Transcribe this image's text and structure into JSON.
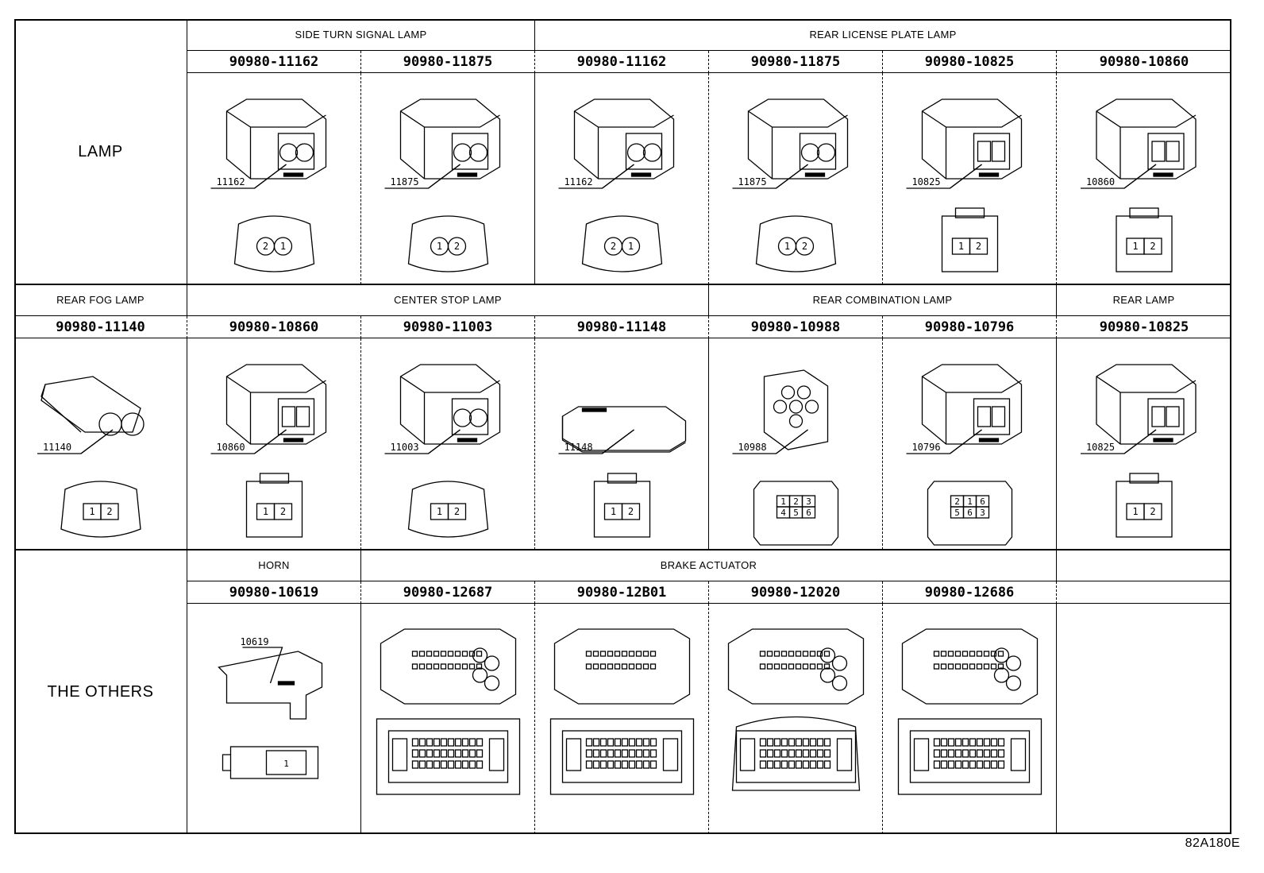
{
  "categories": {
    "lamp": "LAMP",
    "others": "THE OTHERS"
  },
  "rows": [
    {
      "sections": [
        {
          "label": "SIDE TURN SIGNAL LAMP"
        },
        {
          "label": "REAR LICENSE PLATE LAMP"
        }
      ],
      "connectors": [
        {
          "part": "90980-11162",
          "code": "11162",
          "kind": "two-round",
          "pins": [
            "2",
            "1"
          ]
        },
        {
          "part": "90980-11875",
          "code": "11875",
          "kind": "two-round-side",
          "pins": [
            "1",
            "2"
          ]
        },
        {
          "part": "90980-11162",
          "code": "11162",
          "kind": "two-round",
          "pins": [
            "2",
            "1"
          ]
        },
        {
          "part": "90980-11875",
          "code": "11875",
          "kind": "two-round-side",
          "pins": [
            "1",
            "2"
          ]
        },
        {
          "part": "90980-10825",
          "code": "10825",
          "kind": "box",
          "pins": [
            "1",
            "2"
          ]
        },
        {
          "part": "90980-10860",
          "code": "10860",
          "kind": "box-latch",
          "pins": [
            "1",
            "2"
          ]
        }
      ]
    },
    {
      "sections": [
        {
          "label": "REAR FOG LAMP"
        },
        {
          "label": "CENTER STOP LAMP"
        },
        {
          "label": "REAR COMBINATION LAMP"
        },
        {
          "label": "REAR LAMP"
        }
      ],
      "connectors": [
        {
          "part": "90980-11140",
          "code": "11140",
          "kind": "oval",
          "pins": [
            "1",
            "2"
          ]
        },
        {
          "part": "90980-10860",
          "code": "10860",
          "kind": "box-latch",
          "pins": [
            "1",
            "2"
          ]
        },
        {
          "part": "90980-11003",
          "code": "11003",
          "kind": "round-face",
          "pins": [
            "1",
            "2"
          ]
        },
        {
          "part": "90980-11148",
          "code": "11148",
          "kind": "flat",
          "pins": [
            "1",
            "2"
          ]
        },
        {
          "part": "90980-10988",
          "code": "10988",
          "kind": "six-round",
          "pins": [
            "1",
            "2",
            "3",
            "4",
            "5",
            "6"
          ]
        },
        {
          "part": "90980-10796",
          "code": "10796",
          "kind": "six-block",
          "pins": [
            "2",
            "1",
            "6",
            "5",
            "6",
            "3"
          ]
        },
        {
          "part": "90980-10825",
          "code": "10825",
          "kind": "box",
          "pins": [
            "1",
            "2"
          ]
        }
      ]
    },
    {
      "sections": [
        {
          "label": "HORN"
        },
        {
          "label": "BRAKE ACTUATOR"
        },
        {
          "label": ""
        }
      ],
      "connectors": [
        {
          "part": "90980-10619",
          "code": "10619",
          "kind": "horn",
          "pins": [
            "1"
          ]
        },
        {
          "part": "90980-12687",
          "code": "",
          "kind": "ecu",
          "pins": []
        },
        {
          "part": "90980-12B01",
          "code": "",
          "kind": "ecu-long",
          "pins": []
        },
        {
          "part": "90980-12020",
          "code": "",
          "kind": "ecu-round",
          "pins": []
        },
        {
          "part": "90980-12686",
          "code": "",
          "kind": "ecu",
          "pins": []
        },
        {
          "part": "",
          "code": "",
          "kind": "none",
          "pins": []
        }
      ]
    }
  ],
  "figure_id": "82A180E"
}
